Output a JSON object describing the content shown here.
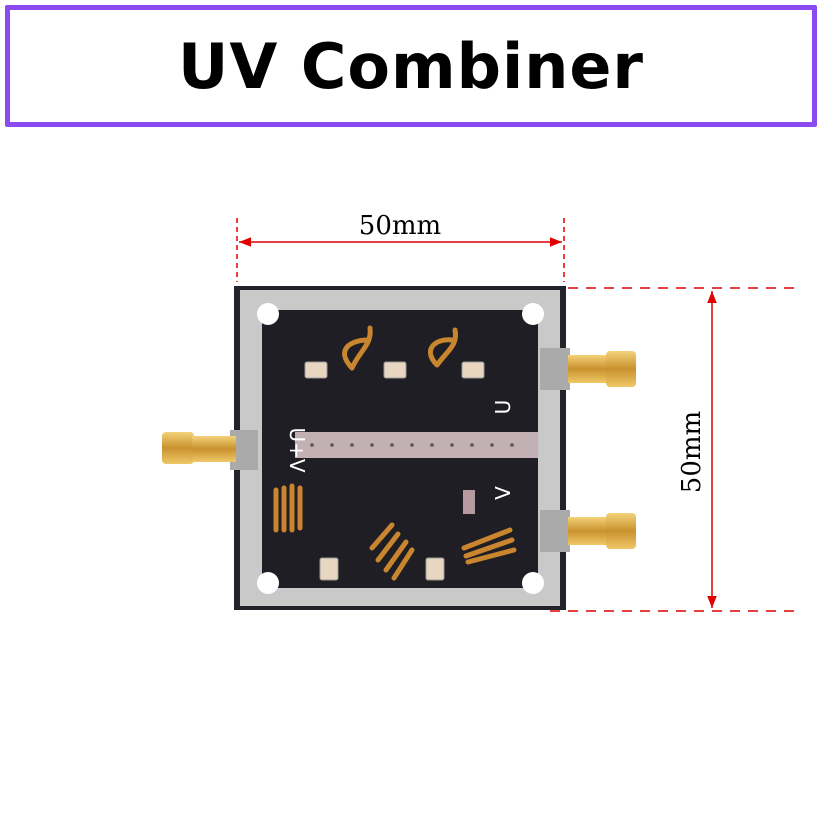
{
  "title": "UV Combiner",
  "dimensions": {
    "width_label": "50mm",
    "height_label": "50mm"
  },
  "board": {
    "silkscreen_u": "U",
    "silkscreen_v": "V",
    "silkscreen_uv": "U+V"
  },
  "colors": {
    "title_border": "#8a4cf0",
    "dimension_line": "#e00000",
    "board_black": "#1e1e24",
    "board_silver": "#c9c9c9",
    "coil_copper": "#c9862e",
    "connector_gold": "#d9a842"
  }
}
